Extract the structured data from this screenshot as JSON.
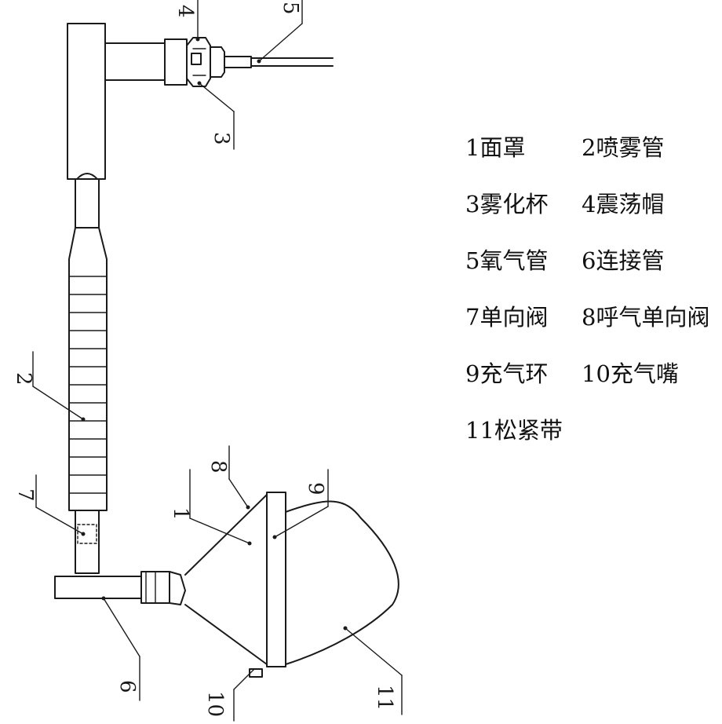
{
  "callouts": [
    {
      "id": "c1",
      "text": "1"
    },
    {
      "id": "c2",
      "text": "2"
    },
    {
      "id": "c3",
      "text": "3"
    },
    {
      "id": "c4",
      "text": "4"
    },
    {
      "id": "c5",
      "text": "5"
    },
    {
      "id": "c6",
      "text": "6"
    },
    {
      "id": "c7",
      "text": "7"
    },
    {
      "id": "c8",
      "text": "8"
    },
    {
      "id": "c9",
      "text": "9"
    },
    {
      "id": "c10",
      "text": "10"
    },
    {
      "id": "c11",
      "text": "11"
    }
  ],
  "legend": [
    [
      "1面罩",
      "2喷雾管"
    ],
    [
      "3雾化杯",
      "4震荡帽"
    ],
    [
      "5氧气管",
      "6连接管"
    ],
    [
      "7单向阀",
      "8呼气单向阀"
    ],
    [
      "9充气环",
      "10充气嘴"
    ],
    [
      "11松紧带"
    ]
  ]
}
